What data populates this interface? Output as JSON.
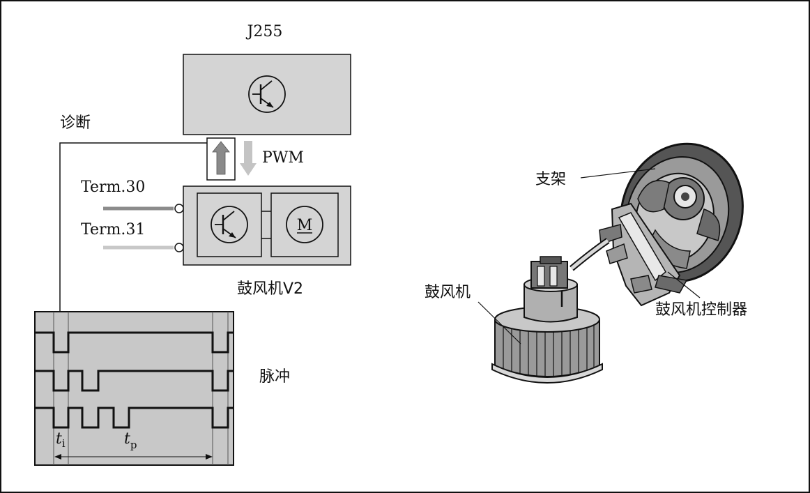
{
  "labels": {
    "j255": "J255",
    "diagnosis": "诊断",
    "pwm": "PWM",
    "term30": "Term.30",
    "term31": "Term.31",
    "blower_v2": "鼓风机V2",
    "pulse": "脉冲",
    "motor_symbol": "M",
    "t_i": "t",
    "t_i_sub": "i",
    "t_p": "t",
    "t_p_sub": "p",
    "bracket": "支架",
    "blower": "鼓风机",
    "blower_controller": "鼓风机控制器"
  },
  "colors": {
    "box_fill": "#d4d4d4",
    "pulse_bg": "#c8c8c8",
    "arrow_dark": "#8a8a8a",
    "arrow_light": "#c4c4c4",
    "term30_wire": "#8c8c8c",
    "term31_wire": "#c8c8c8"
  }
}
